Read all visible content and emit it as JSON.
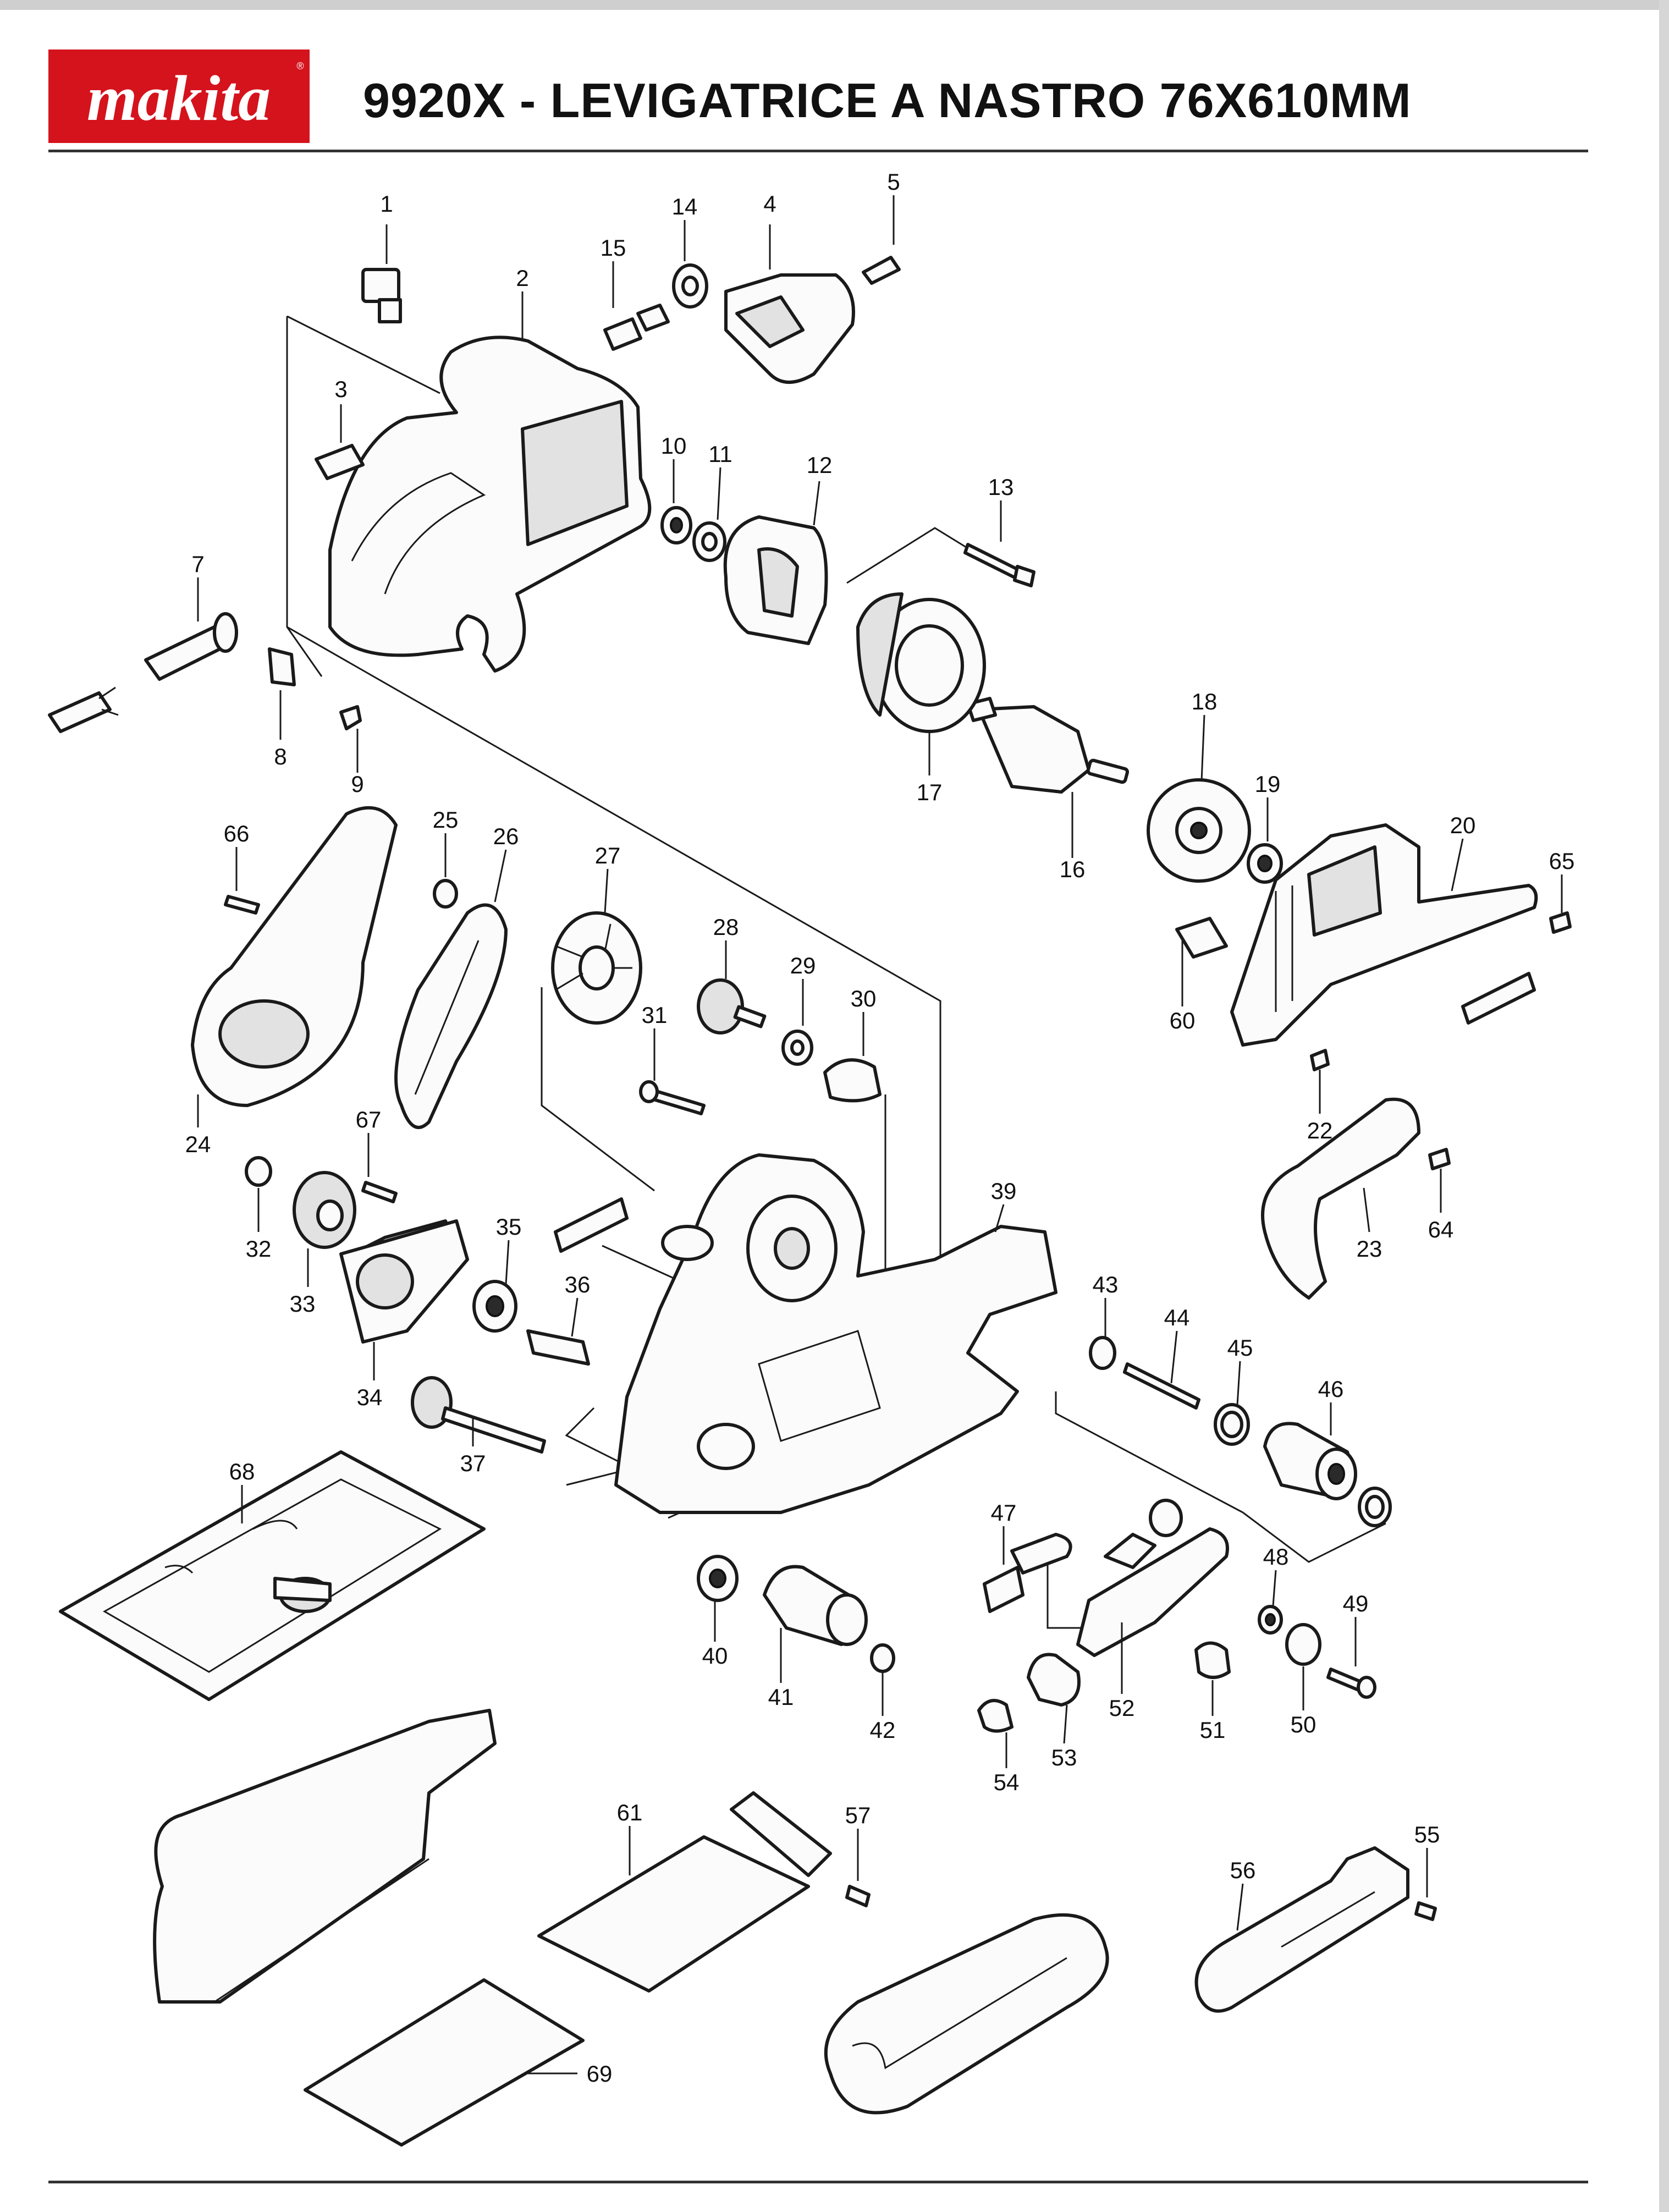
{
  "header": {
    "brand": "makita",
    "brand_color": "#d5131d",
    "title": "9920X - LEVIGATRICE A NASTRO 76X610MM"
  },
  "parts": [
    {
      "id": "1",
      "label": "1"
    },
    {
      "id": "2",
      "label": "2"
    },
    {
      "id": "3",
      "label": "3"
    },
    {
      "id": "4",
      "label": "4"
    },
    {
      "id": "5",
      "label": "5"
    },
    {
      "id": "7",
      "label": "7"
    },
    {
      "id": "8",
      "label": "8"
    },
    {
      "id": "9",
      "label": "9"
    },
    {
      "id": "10",
      "label": "10"
    },
    {
      "id": "11",
      "label": "11"
    },
    {
      "id": "12",
      "label": "12"
    },
    {
      "id": "13",
      "label": "13"
    },
    {
      "id": "14",
      "label": "14"
    },
    {
      "id": "15",
      "label": "15"
    },
    {
      "id": "16",
      "label": "16"
    },
    {
      "id": "17",
      "label": "17"
    },
    {
      "id": "18",
      "label": "18"
    },
    {
      "id": "19",
      "label": "19"
    },
    {
      "id": "20",
      "label": "20"
    },
    {
      "id": "22",
      "label": "22"
    },
    {
      "id": "23",
      "label": "23"
    },
    {
      "id": "24",
      "label": "24"
    },
    {
      "id": "25",
      "label": "25"
    },
    {
      "id": "26",
      "label": "26"
    },
    {
      "id": "27",
      "label": "27"
    },
    {
      "id": "28",
      "label": "28"
    },
    {
      "id": "29",
      "label": "29"
    },
    {
      "id": "30",
      "label": "30"
    },
    {
      "id": "31",
      "label": "31"
    },
    {
      "id": "32",
      "label": "32"
    },
    {
      "id": "33",
      "label": "33"
    },
    {
      "id": "34",
      "label": "34"
    },
    {
      "id": "35",
      "label": "35"
    },
    {
      "id": "36",
      "label": "36"
    },
    {
      "id": "37",
      "label": "37"
    },
    {
      "id": "39",
      "label": "39"
    },
    {
      "id": "40",
      "label": "40"
    },
    {
      "id": "41",
      "label": "41"
    },
    {
      "id": "42",
      "label": "42"
    },
    {
      "id": "43",
      "label": "43"
    },
    {
      "id": "44",
      "label": "44"
    },
    {
      "id": "45",
      "label": "45"
    },
    {
      "id": "46",
      "label": "46"
    },
    {
      "id": "47",
      "label": "47"
    },
    {
      "id": "48",
      "label": "48"
    },
    {
      "id": "49",
      "label": "49"
    },
    {
      "id": "50",
      "label": "50"
    },
    {
      "id": "51",
      "label": "51"
    },
    {
      "id": "52",
      "label": "52"
    },
    {
      "id": "53",
      "label": "53"
    },
    {
      "id": "54",
      "label": "54"
    },
    {
      "id": "55",
      "label": "55"
    },
    {
      "id": "56",
      "label": "56"
    },
    {
      "id": "57",
      "label": "57"
    },
    {
      "id": "60",
      "label": "60"
    },
    {
      "id": "61",
      "label": "61"
    },
    {
      "id": "64",
      "label": "64"
    },
    {
      "id": "65",
      "label": "65"
    },
    {
      "id": "66",
      "label": "66"
    },
    {
      "id": "67",
      "label": "67"
    },
    {
      "id": "68",
      "label": "68"
    },
    {
      "id": "69",
      "label": "69"
    }
  ]
}
